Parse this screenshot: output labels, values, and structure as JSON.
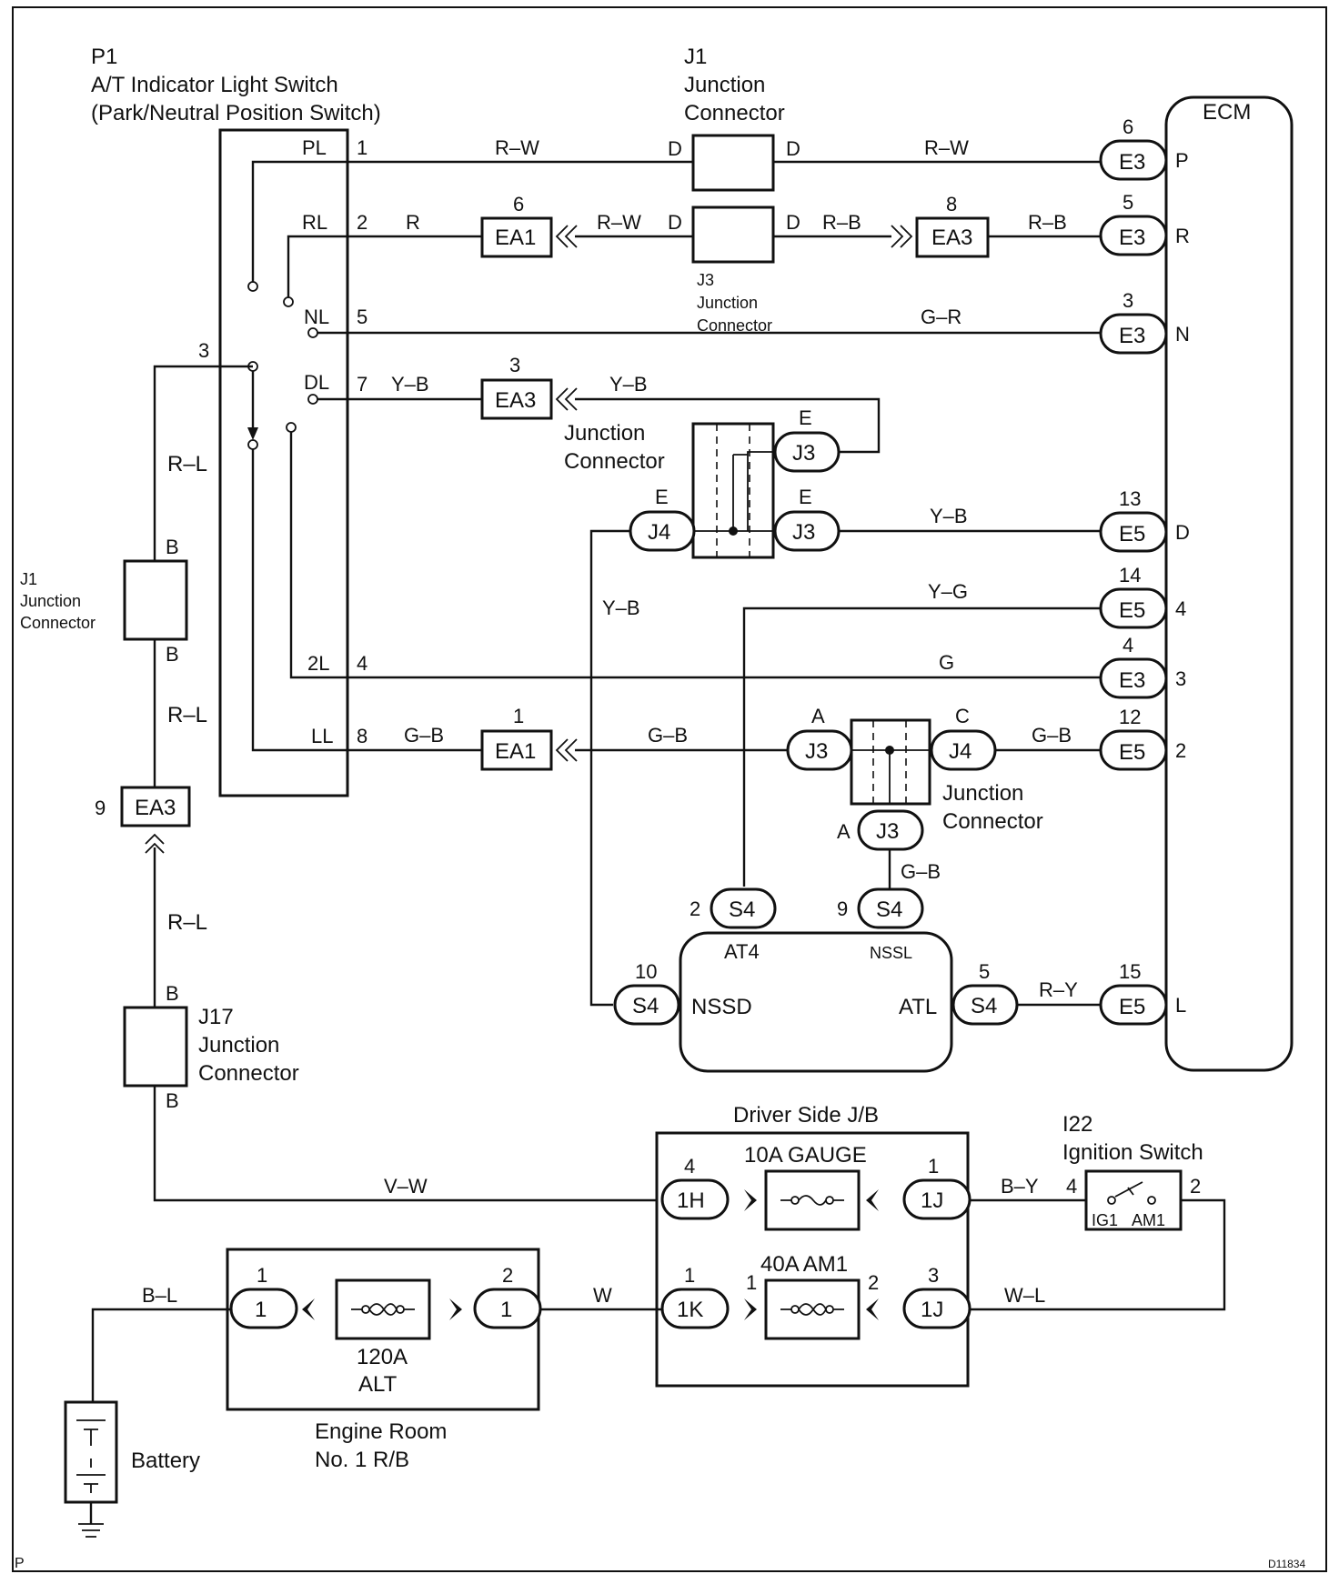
{
  "p1": {
    "code": "P1",
    "name": "A/T Indicator Light Switch",
    "sub": "(Park/Neutral Position Switch)"
  },
  "j1_top": {
    "code": "J1",
    "l1": "Junction",
    "l2": "Connector"
  },
  "j1_left": {
    "code": "J1",
    "l1": "Junction",
    "l2": "Connector"
  },
  "j3_small": {
    "code": "J3",
    "l1": "Junction",
    "l2": "Connector"
  },
  "jc_mid": {
    "l1": "Junction",
    "l2": "Connector"
  },
  "jc_right": {
    "l1": "Junction",
    "l2": "Connector"
  },
  "j17": {
    "code": "J17",
    "l1": "Junction",
    "l2": "Connector"
  },
  "ecm": {
    "title": "ECM"
  },
  "p1_pins": [
    {
      "name": "PL",
      "num": "1"
    },
    {
      "name": "RL",
      "num": "2"
    },
    {
      "name": "NL",
      "num": "5"
    },
    {
      "name": "DL",
      "num": "7"
    },
    {
      "name": "2L",
      "num": "4"
    },
    {
      "name": "LL",
      "num": "8"
    }
  ],
  "p1_pin3": "3",
  "ecm_pins": [
    {
      "conn": "E3",
      "pin": "6",
      "label": "P"
    },
    {
      "conn": "E3",
      "pin": "5",
      "label": "R"
    },
    {
      "conn": "E3",
      "pin": "3",
      "label": "N"
    },
    {
      "conn": "E5",
      "pin": "13",
      "label": "D"
    },
    {
      "conn": "E5",
      "pin": "14",
      "label": "4"
    },
    {
      "conn": "E3",
      "pin": "4",
      "label": "3"
    },
    {
      "conn": "E5",
      "pin": "12",
      "label": "2"
    },
    {
      "conn": "E5",
      "pin": "15",
      "label": "L"
    }
  ],
  "wires": {
    "rw1": "R–W",
    "rw2": "R–W",
    "rw3": "R–W",
    "r": "R",
    "rb1": "R–B",
    "rb2": "R–B",
    "gr": "G–R",
    "yb1": "Y–B",
    "yb2": "Y–B",
    "yb3": "Y–B",
    "yb4": "Y–B",
    "yg": "Y–G",
    "g": "G",
    "gb1": "G–B",
    "gb2": "G–B",
    "gb3": "G–B",
    "gb4": "G–B",
    "ry": "R–Y",
    "rl1": "R–L",
    "rl2": "R–L",
    "rl3": "R–L",
    "vw": "V–W",
    "by": "B–Y",
    "bl": "B–L",
    "w": "W",
    "wl": "W–L"
  },
  "conn": {
    "ea1": "EA1",
    "ea3": "EA3",
    "j3": "J3",
    "j4": "J4",
    "s4": "S4",
    "1h": "1H",
    "1j": "1J",
    "1k": "1K",
    "one": "1"
  },
  "pins": {
    "d": "D",
    "e": "E",
    "a": "A",
    "c": "C",
    "b": "B",
    "n1": "1",
    "n2": "2",
    "n3": "3",
    "n4": "4",
    "n5": "5",
    "n6": "6",
    "n8": "8",
    "n9": "9",
    "n10": "10"
  },
  "nssw": {
    "at4": "AT4",
    "nssl": "NSSL",
    "nssd": "NSSD",
    "atl": "ATL"
  },
  "jb": {
    "title": "Driver Side J/B",
    "fuse1": "10A GAUGE",
    "fuse2": "40A AM1"
  },
  "ign": {
    "code": "I22",
    "name": "Ignition Switch",
    "ig1": "IG1",
    "am1": "AM1"
  },
  "er": {
    "fuse": "120A",
    "fuse2": "ALT",
    "title": "Engine Room",
    "title2": "No. 1 R/B"
  },
  "battery": "Battery",
  "corner": {
    "left": "P",
    "right": "D11834"
  }
}
